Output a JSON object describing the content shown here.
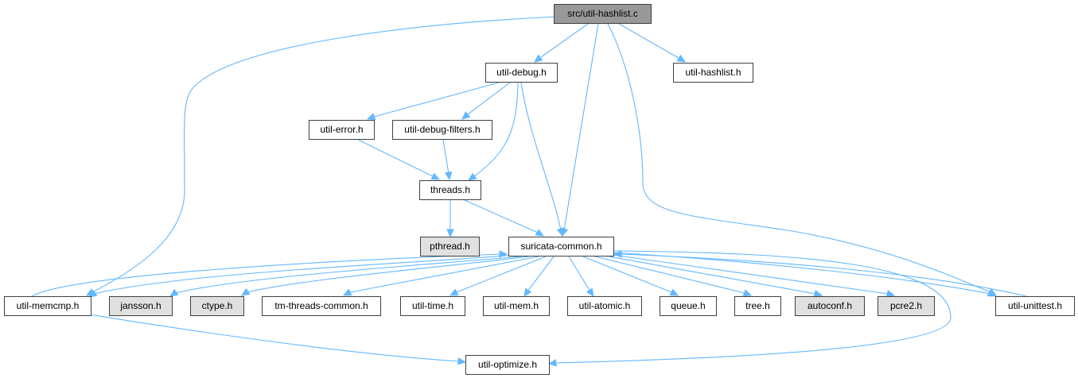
{
  "colors": {
    "edge": "#63b8ff",
    "node_border": "#404040",
    "root_fill": "#999999",
    "normal_fill": "#ffffff",
    "external_fill": "#e0e0e0"
  },
  "nodes": [
    {
      "id": "root",
      "label": "src/util-hashlist.c",
      "kind": "root"
    },
    {
      "id": "debug",
      "label": "util-debug.h",
      "kind": "normal"
    },
    {
      "id": "hashlist",
      "label": "util-hashlist.h",
      "kind": "normal"
    },
    {
      "id": "error",
      "label": "util-error.h",
      "kind": "normal"
    },
    {
      "id": "filters",
      "label": "util-debug-filters.h",
      "kind": "normal"
    },
    {
      "id": "threads",
      "label": "threads.h",
      "kind": "normal"
    },
    {
      "id": "pthread",
      "label": "pthread.h",
      "kind": "external"
    },
    {
      "id": "common",
      "label": "suricata-common.h",
      "kind": "normal"
    },
    {
      "id": "memcmp",
      "label": "util-memcmp.h",
      "kind": "normal"
    },
    {
      "id": "jansson",
      "label": "jansson.h",
      "kind": "external"
    },
    {
      "id": "ctype",
      "label": "ctype.h",
      "kind": "external"
    },
    {
      "id": "tmthreads",
      "label": "tm-threads-common.h",
      "kind": "normal"
    },
    {
      "id": "time",
      "label": "util-time.h",
      "kind": "normal"
    },
    {
      "id": "mem",
      "label": "util-mem.h",
      "kind": "normal"
    },
    {
      "id": "atomic",
      "label": "util-atomic.h",
      "kind": "normal"
    },
    {
      "id": "queue",
      "label": "queue.h",
      "kind": "normal"
    },
    {
      "id": "tree",
      "label": "tree.h",
      "kind": "normal"
    },
    {
      "id": "autoconf",
      "label": "autoconf.h",
      "kind": "external"
    },
    {
      "id": "pcre2",
      "label": "pcre2.h",
      "kind": "external"
    },
    {
      "id": "unittest",
      "label": "util-unittest.h",
      "kind": "normal"
    },
    {
      "id": "optimize",
      "label": "util-optimize.h",
      "kind": "normal"
    }
  ],
  "edges": [
    {
      "from": "root",
      "to": "debug"
    },
    {
      "from": "root",
      "to": "hashlist"
    },
    {
      "from": "root",
      "to": "common"
    },
    {
      "from": "root",
      "to": "memcmp"
    },
    {
      "from": "root",
      "to": "unittest"
    },
    {
      "from": "debug",
      "to": "error"
    },
    {
      "from": "debug",
      "to": "filters"
    },
    {
      "from": "debug",
      "to": "threads"
    },
    {
      "from": "debug",
      "to": "common"
    },
    {
      "from": "error",
      "to": "threads"
    },
    {
      "from": "filters",
      "to": "threads"
    },
    {
      "from": "threads",
      "to": "pthread"
    },
    {
      "from": "threads",
      "to": "common"
    },
    {
      "from": "common",
      "to": "memcmp"
    },
    {
      "from": "common",
      "to": "jansson"
    },
    {
      "from": "common",
      "to": "ctype"
    },
    {
      "from": "common",
      "to": "tmthreads"
    },
    {
      "from": "common",
      "to": "time"
    },
    {
      "from": "common",
      "to": "mem"
    },
    {
      "from": "common",
      "to": "atomic"
    },
    {
      "from": "common",
      "to": "queue"
    },
    {
      "from": "common",
      "to": "tree"
    },
    {
      "from": "common",
      "to": "autoconf"
    },
    {
      "from": "common",
      "to": "pcre2"
    },
    {
      "from": "common",
      "to": "unittest"
    },
    {
      "from": "common",
      "to": "optimize"
    },
    {
      "from": "memcmp",
      "to": "common"
    },
    {
      "from": "memcmp",
      "to": "optimize"
    },
    {
      "from": "unittest",
      "to": "common"
    }
  ]
}
